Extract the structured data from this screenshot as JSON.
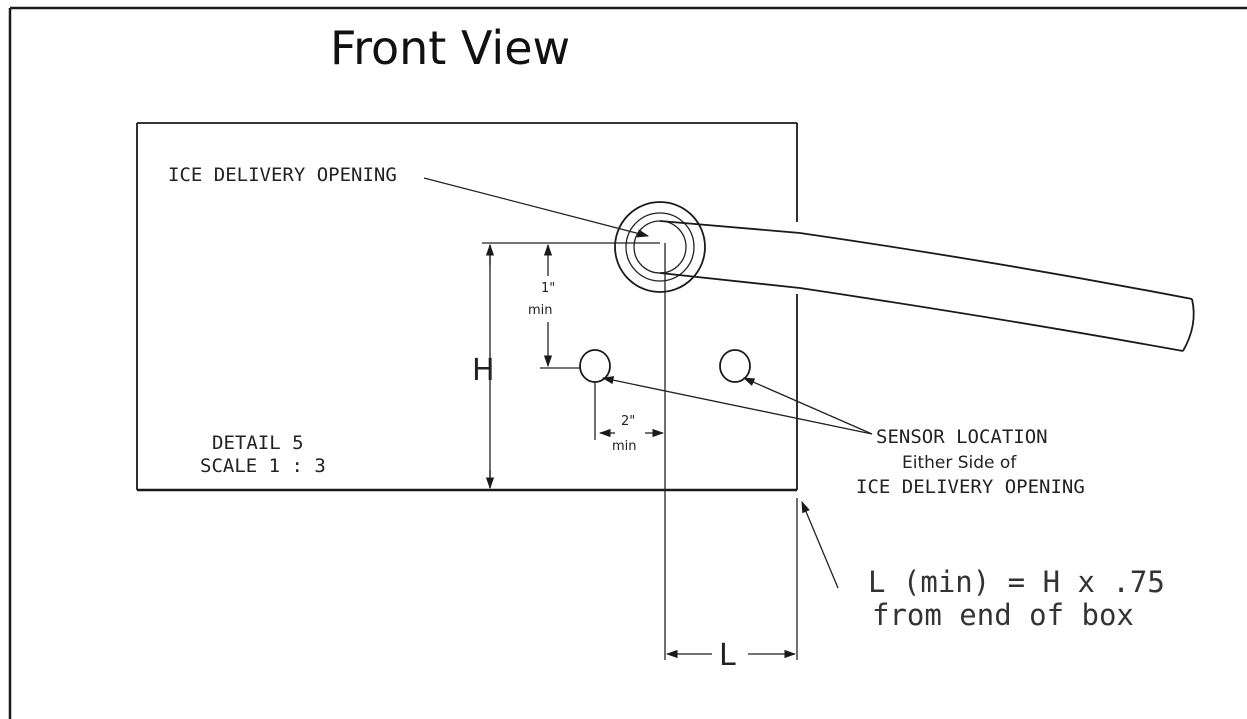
{
  "title": "Front View",
  "labels": {
    "ice_delivery_opening": "ICE DELIVERY OPENING",
    "detail": "DETAIL 5",
    "scale": "SCALE 1 : 3",
    "sensor_location": "SENSOR LOCATION",
    "either_side_of": "Either Side of",
    "ice_delivery_opening_2": "ICE DELIVERY OPENING"
  },
  "dimensions": {
    "vertical_value": "1\"",
    "vertical_unit": "min",
    "horizontal_value": "2\"",
    "horizontal_unit": "min",
    "height_letter": "H",
    "length_letter": "L"
  },
  "formula": {
    "line1": "L (min)  = H x .75",
    "line2": "from end of box"
  }
}
